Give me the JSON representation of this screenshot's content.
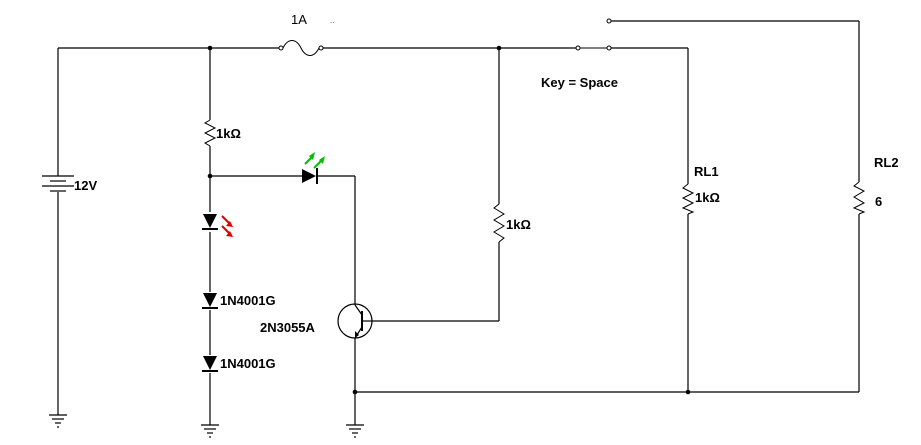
{
  "fuse": {
    "rating": "1A",
    "tag": ".."
  },
  "battery": {
    "voltage": "12V"
  },
  "resistors": {
    "r_top_left": "1kΩ",
    "r_mid": "1kΩ",
    "rl1_name": "RL1",
    "rl1_value": "1kΩ",
    "rl2_name": "RL2",
    "rl2_value": "6"
  },
  "switch": {
    "key_label": "Key = Space"
  },
  "diodes": {
    "d1": "1N4001G",
    "d2": "1N4001G"
  },
  "transistor": {
    "model": "2N3055A"
  },
  "colors": {
    "wire": "#000000",
    "led_red": "#e00000",
    "led_green": "#00c000"
  }
}
